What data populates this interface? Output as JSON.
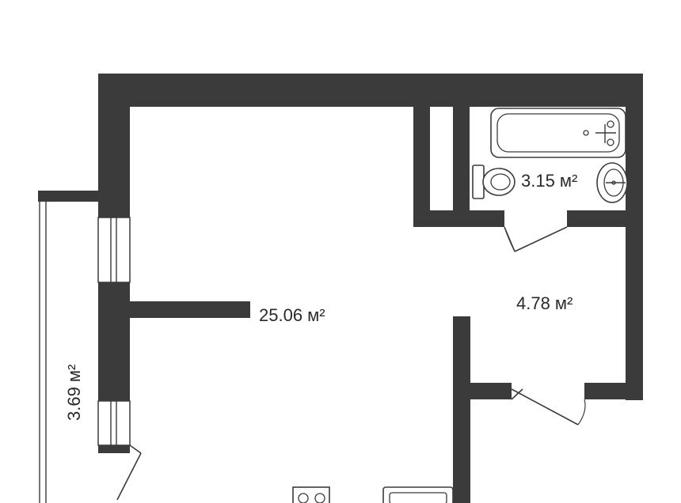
{
  "floor_plan": {
    "rooms": [
      {
        "id": "main-room",
        "area": "25.06 м²"
      },
      {
        "id": "hallway",
        "area": "4.78 м²"
      },
      {
        "id": "bathroom",
        "area": "3.15 м²"
      },
      {
        "id": "balcony",
        "area": "3.69 м²"
      }
    ],
    "colors": {
      "wall": "#3b3b3c",
      "background": "#ffffff"
    },
    "icons": [
      "bathtub-icon",
      "toilet-icon",
      "sink-icon",
      "stove-icon",
      "kitchen-sink-icon",
      "door-icon",
      "window-icon"
    ]
  }
}
